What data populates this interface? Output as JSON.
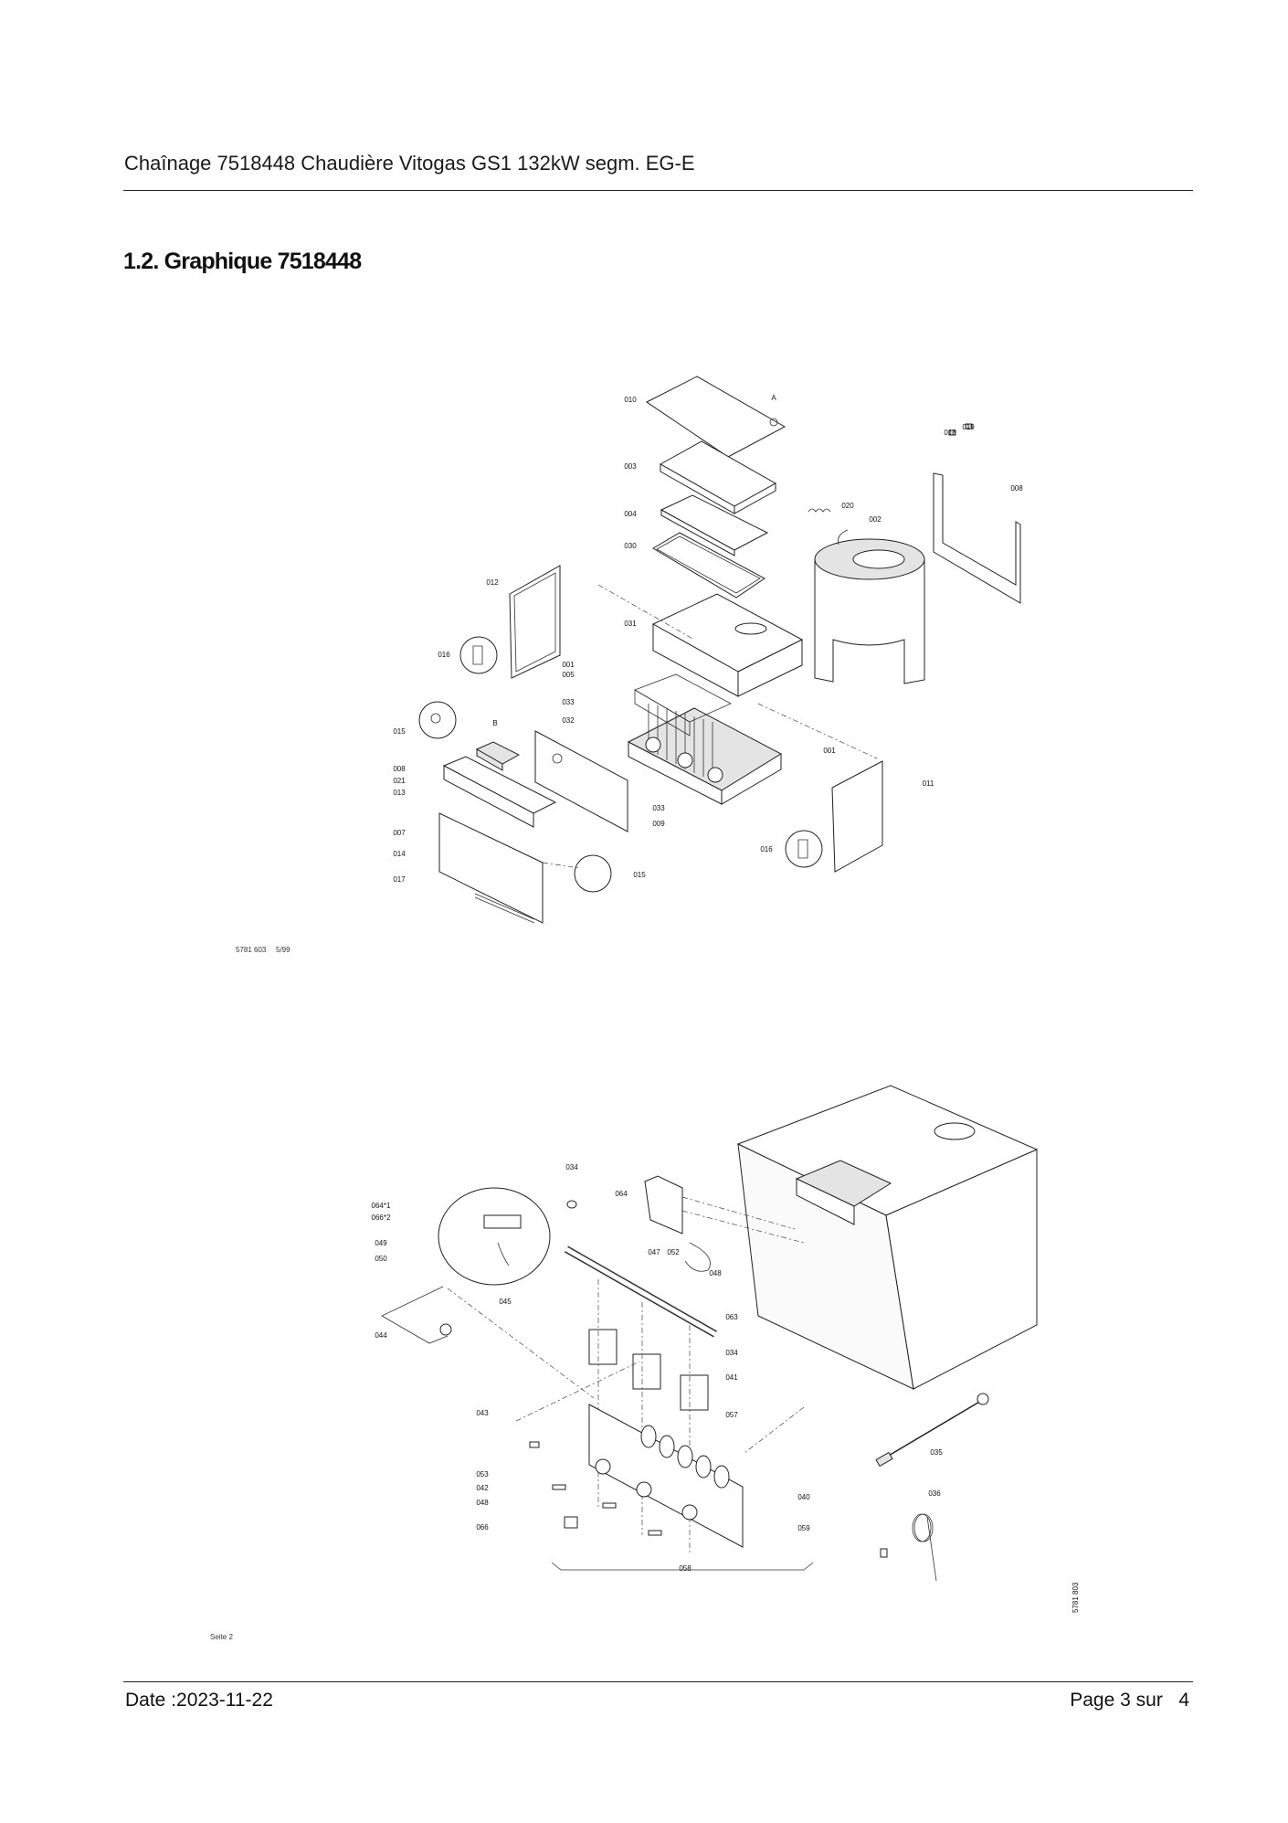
{
  "header": {
    "title": "Chaînage 7518448 Chaudière Vitogas GS1 132kW segm. EG-E"
  },
  "section": {
    "heading": "1.2. Graphique 7518448"
  },
  "top_diagram": {
    "drawing_code": "5781 603",
    "drawing_date": "5/99",
    "labels": [
      "010",
      "A",
      "018",
      "019",
      "003",
      "008",
      "020",
      "002",
      "004",
      "030",
      "012",
      "031",
      "016",
      "001",
      "005",
      "033",
      "032",
      "B",
      "015",
      "001",
      "008",
      "021",
      "011",
      "013",
      "033",
      "009",
      "007",
      "016",
      "014",
      "015",
      "017"
    ]
  },
  "bottom_diagram": {
    "page_note": "Seite 2",
    "drawing_code": "5781 803",
    "labels": [
      "034",
      "064",
      "064*1",
      "066*2",
      "049",
      "050",
      "047",
      "052",
      "048",
      "045",
      "063",
      "044",
      "034",
      "041",
      "043",
      "057",
      "035",
      "053",
      "042",
      "036",
      "048",
      "040",
      "066",
      "059",
      "058"
    ]
  },
  "footer": {
    "date": "Date :2023-11-22",
    "page": "Page 3 sur   4"
  }
}
